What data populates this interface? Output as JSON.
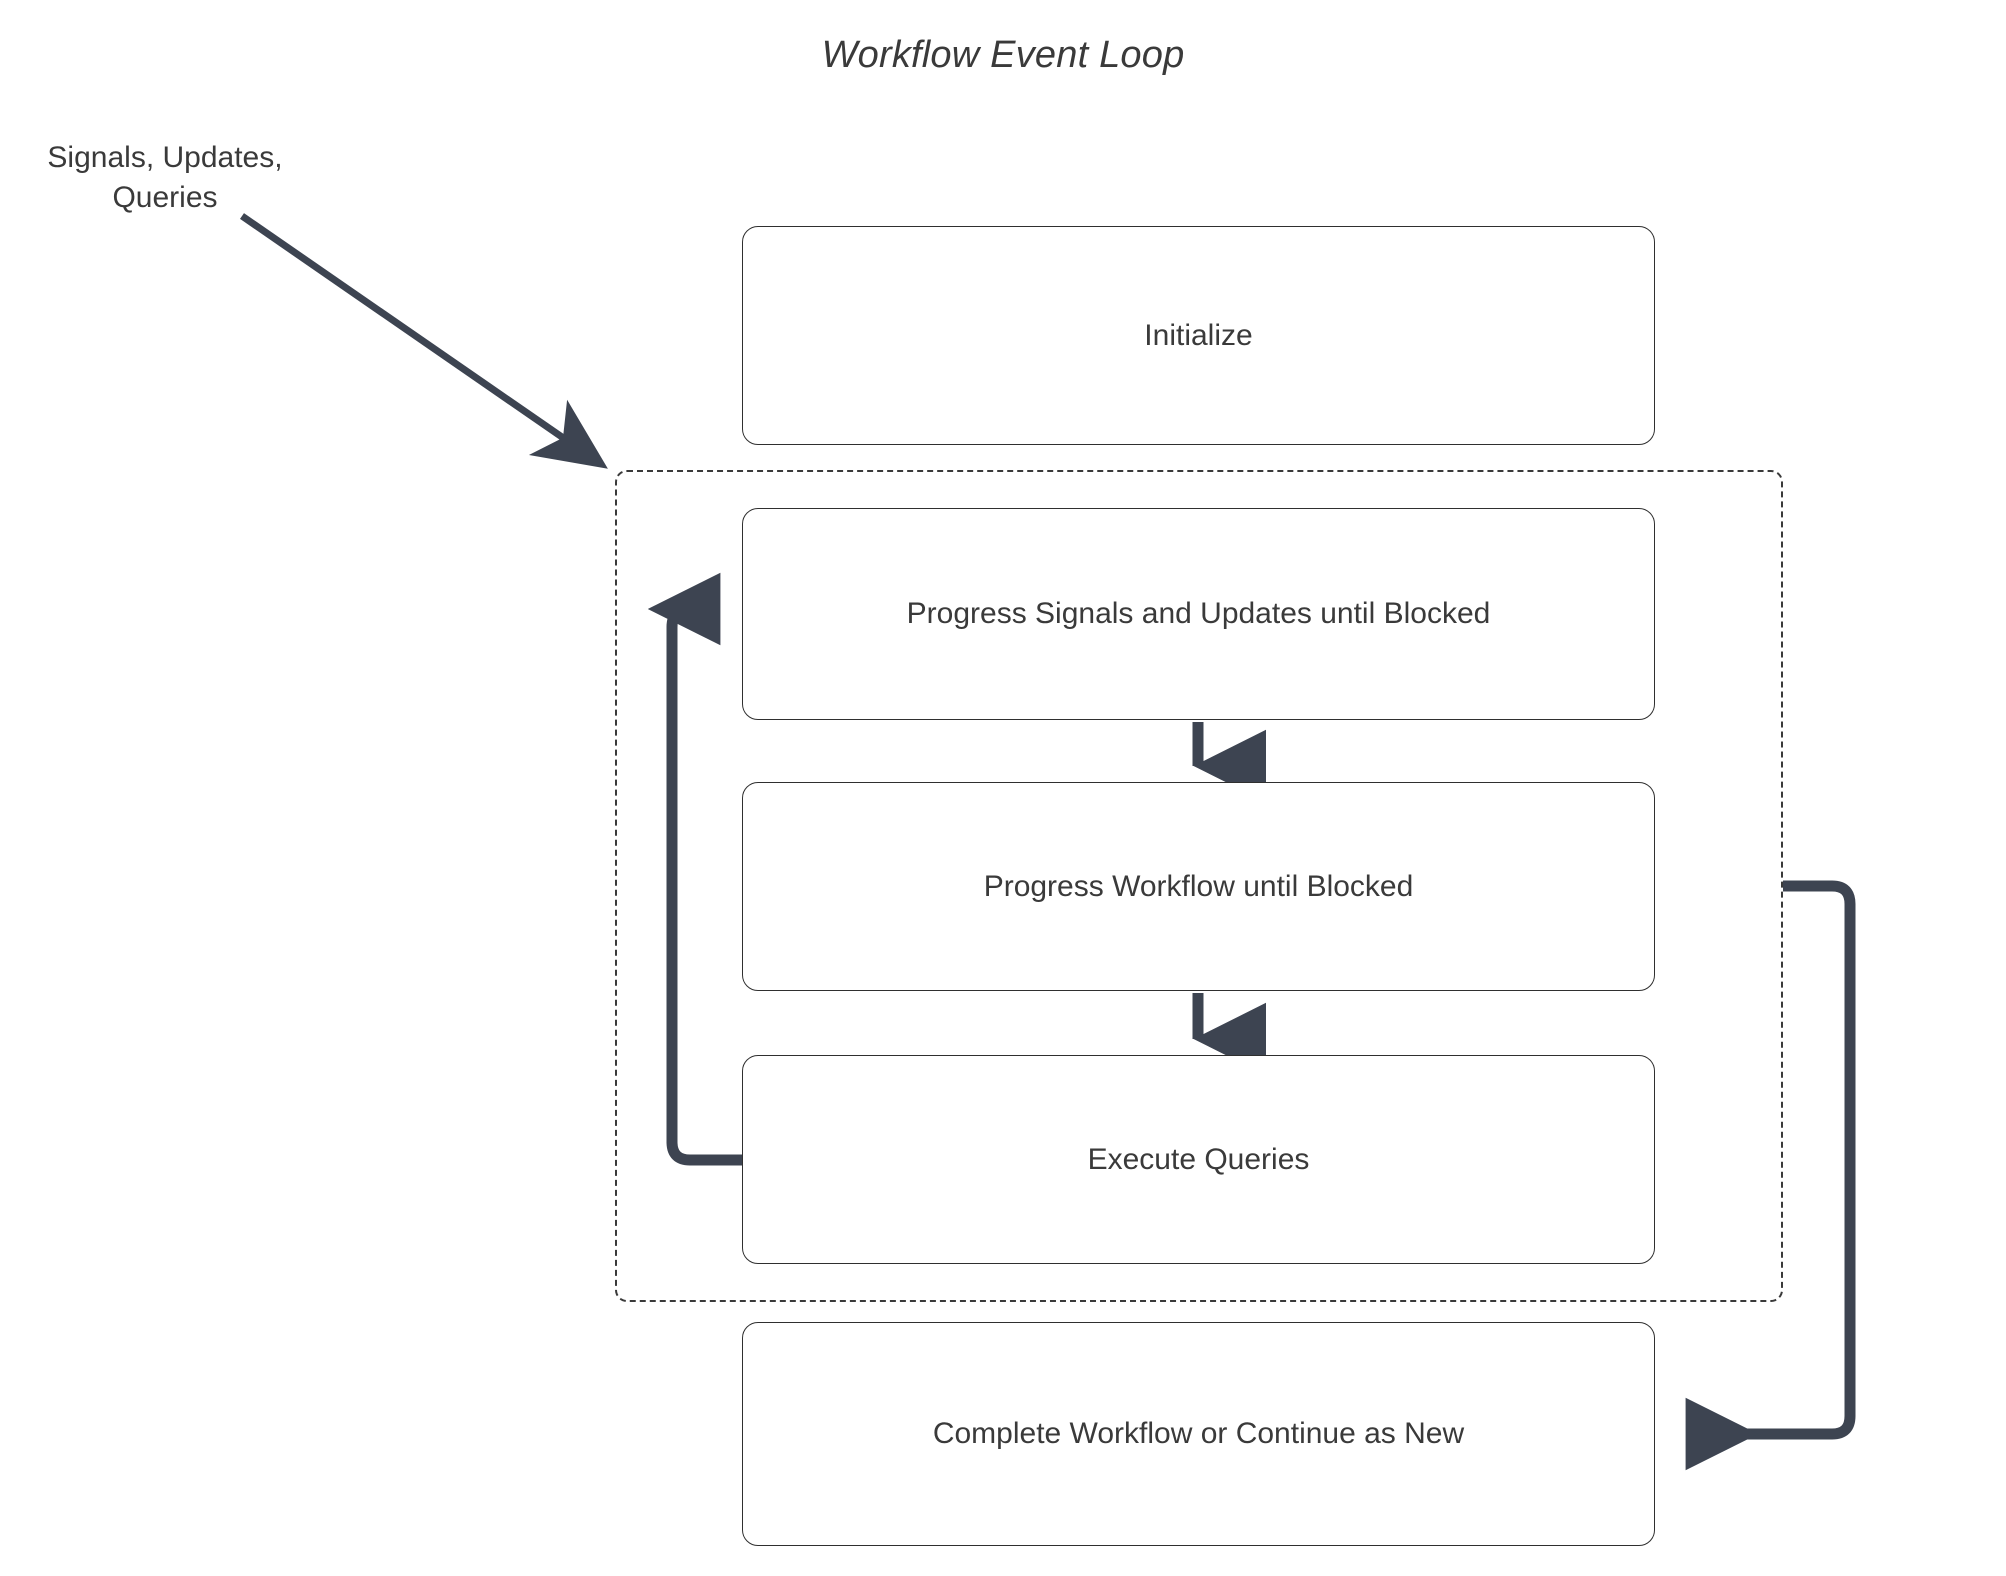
{
  "diagram": {
    "title": "Workflow Event Loop",
    "type": "flowchart",
    "background_color": "#ffffff",
    "node_border_color": "#2f2f2f",
    "connector_color": "#3d4451",
    "text_color": "#3a3a3a"
  },
  "labels": {
    "input_edge": "Signals, Updates,\nQueries",
    "input_edge_line1": "Signals, Updates,",
    "input_edge_line2": "Queries"
  },
  "nodes": [
    {
      "id": "initialize",
      "label": "Initialize"
    },
    {
      "id": "progress_signals_updates",
      "label": "Progress Signals and Updates until Blocked"
    },
    {
      "id": "progress_workflow",
      "label": "Progress Workflow until Blocked"
    },
    {
      "id": "execute_queries",
      "label": "Execute Queries"
    },
    {
      "id": "complete_workflow",
      "label": "Complete Workflow or Continue as New"
    }
  ],
  "groups": [
    {
      "id": "event_loop_group",
      "style": "dashed",
      "label": ""
    }
  ],
  "edges": [
    {
      "from": "input_signals",
      "to": "event_loop_group",
      "label": "Signals, Updates, Queries",
      "style": "solid-arrow"
    },
    {
      "from": "progress_signals_updates",
      "to": "progress_workflow",
      "label": "",
      "style": "thick-arrow-down"
    },
    {
      "from": "progress_workflow",
      "to": "execute_queries",
      "label": "",
      "style": "thick-arrow-down"
    },
    {
      "from": "execute_queries",
      "to": "progress_signals_updates",
      "label": "",
      "style": "thick-loop-left"
    },
    {
      "from": "event_loop_group",
      "to": "complete_workflow",
      "label": "",
      "style": "thick-loop-right"
    }
  ]
}
